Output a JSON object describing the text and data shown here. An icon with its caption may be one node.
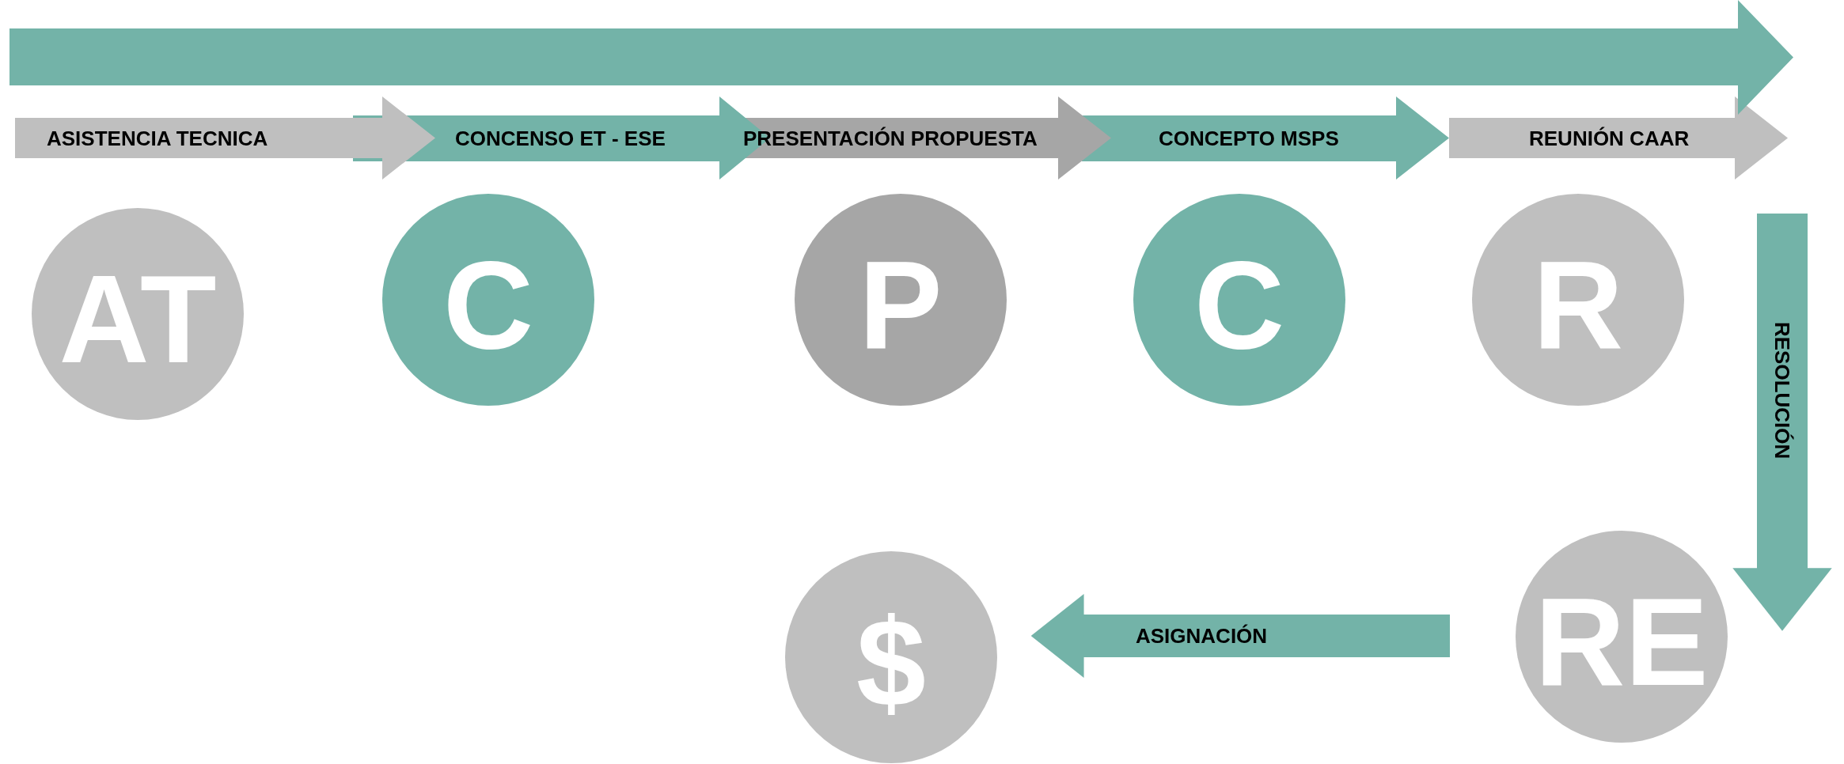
{
  "diagram": {
    "nodes": [
      {
        "text": [],
        "shape": "arrow"
      },
      {
        "text": [
          "ASISTENCIA TECNICA"
        ]
      },
      {
        "text": [
          "CONCENSO ET - ESE"
        ]
      },
      {
        "text": [
          "PRESENTACIÓN PROPUESTA"
        ]
      },
      {
        "text": [
          "CONCEPTO MSPS"
        ]
      },
      {
        "text": [
          "REUNIÓN CAAR"
        ]
      },
      {
        "text": [
          "AT"
        ]
      },
      {
        "text": [
          "C"
        ]
      },
      {
        "text": [
          "P"
        ]
      },
      {
        "text": [
          "C"
        ]
      },
      {
        "text": [
          "R"
        ]
      },
      {
        "text": [
          "$"
        ]
      },
      {
        "text": [
          "RE"
        ]
      }
    ],
    "edges": [
      {
        "from": null,
        "to": 12,
        "arrow": "to",
        "label": "RESOLUCIÓN"
      },
      {
        "from": 12,
        "to": 11,
        "arrow": "to",
        "label": "ASIGNACIÓN"
      }
    ]
  }
}
